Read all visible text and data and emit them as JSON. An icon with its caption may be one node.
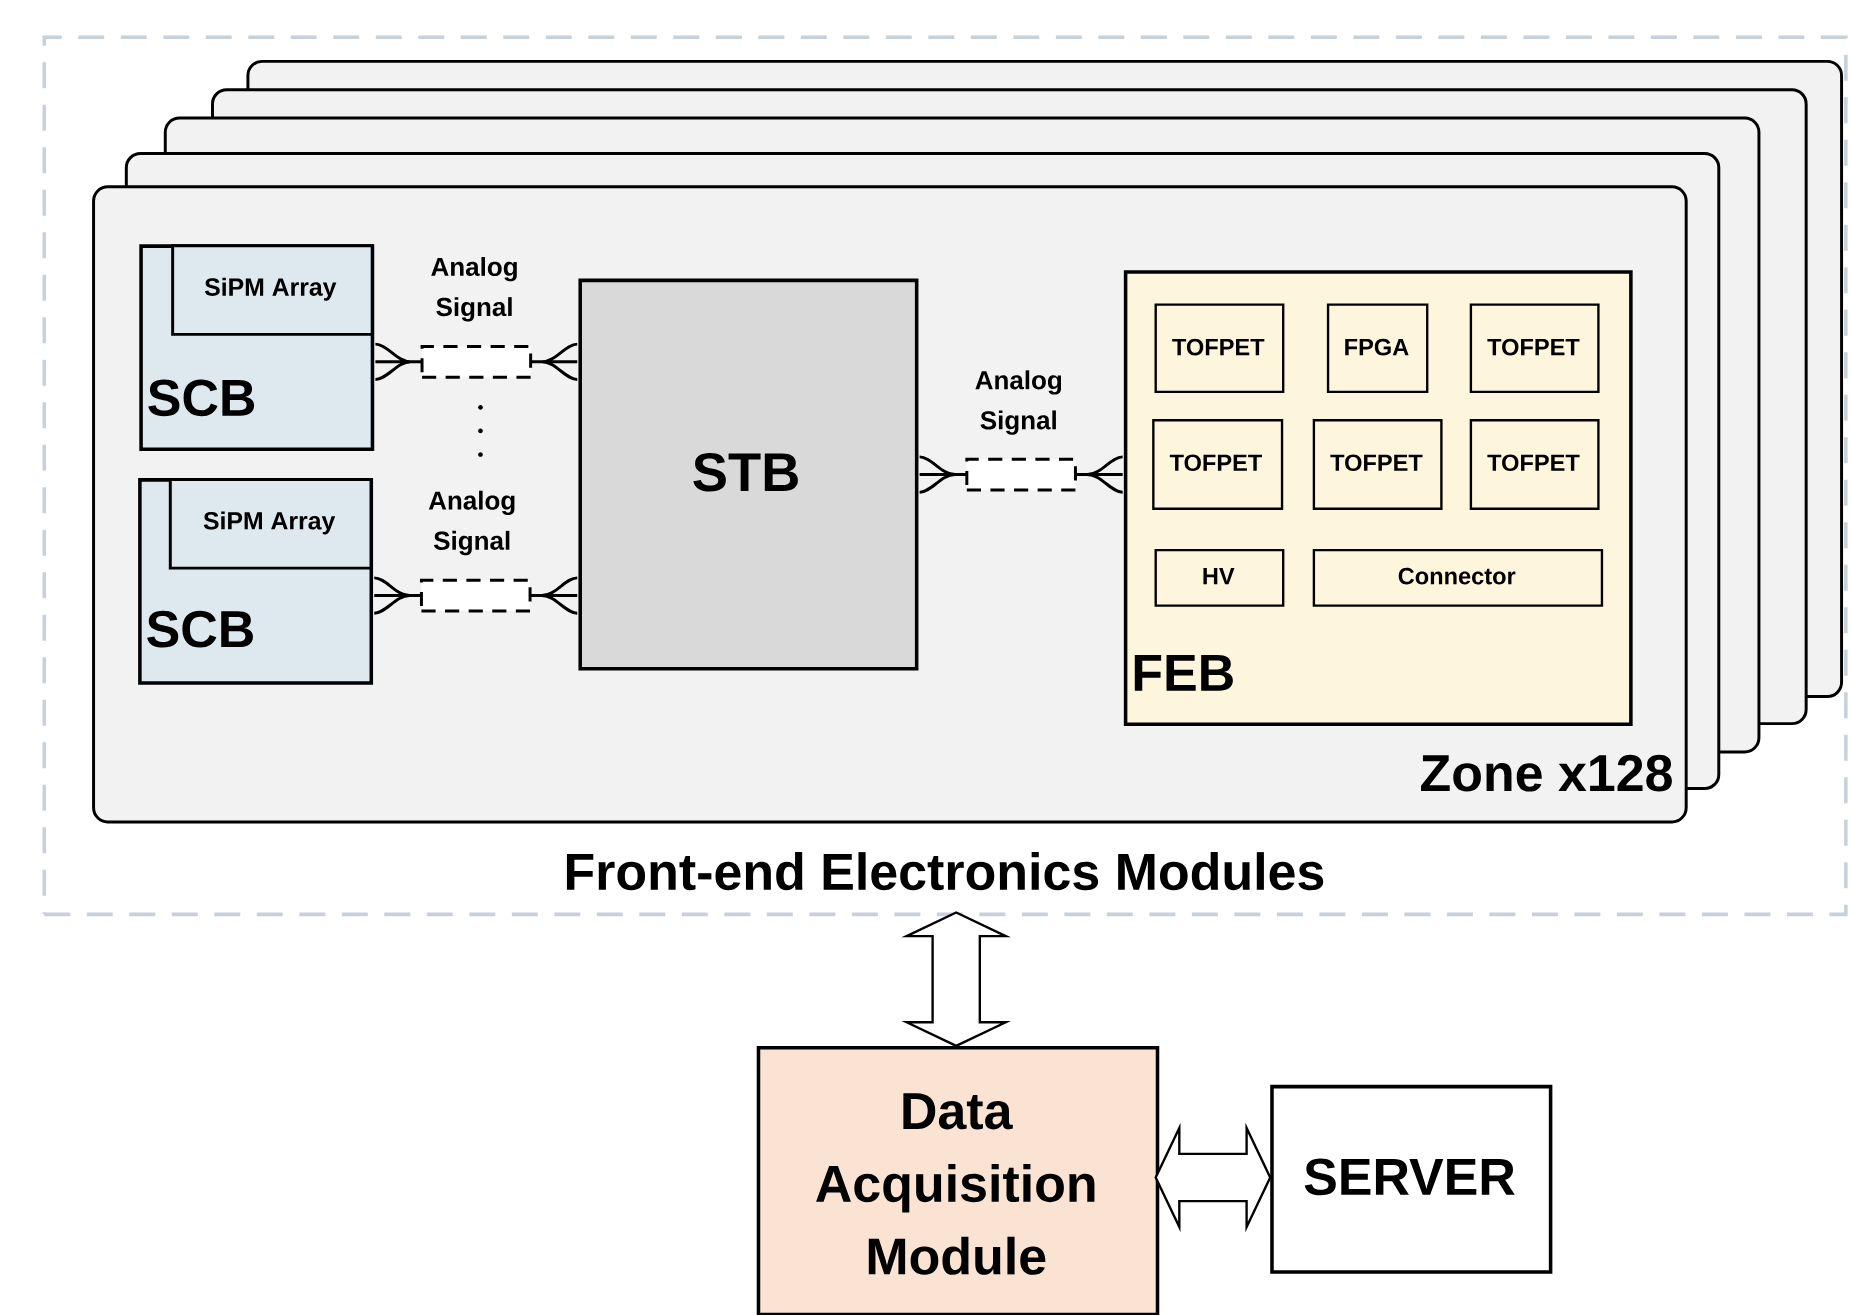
{
  "diagram": {
    "nodes": [
      {
        "text": [
          "Front-end Electronics Modules"
        ]
      },
      {
        "text": [
          "Zone x128"
        ],
        "in": 0
      },
      {
        "text": [
          "SCB"
        ],
        "in": 1
      },
      {
        "text": [
          "SiPM Array"
        ],
        "in": 2
      },
      {
        "text": [
          "SCB"
        ],
        "in": 1
      },
      {
        "text": [
          "SiPM Array"
        ],
        "in": 4
      },
      {
        "text": [
          "STB"
        ],
        "in": 1
      },
      {
        "text": [
          "FEB"
        ],
        "in": 1
      },
      {
        "text": [
          "TOFPET"
        ],
        "in": 7
      },
      {
        "text": [
          "FPGA"
        ],
        "in": 7
      },
      {
        "text": [
          "TOFPET"
        ],
        "in": 7
      },
      {
        "text": [
          "TOFPET"
        ],
        "in": 7
      },
      {
        "text": [
          "TOFPET"
        ],
        "in": 7
      },
      {
        "text": [
          "TOFPET"
        ],
        "in": 7
      },
      {
        "text": [
          "HV"
        ],
        "in": 7
      },
      {
        "text": [
          "Connector"
        ],
        "in": 7
      },
      {
        "text": [
          "Data Acquisition Module"
        ]
      },
      {
        "text": [
          "SERVER"
        ]
      }
    ],
    "edges": [
      {
        "from": 2,
        "to": 6,
        "arrow": "none",
        "label": "Analog Signal"
      },
      {
        "from": 4,
        "to": 6,
        "arrow": "none",
        "label": "Analog Signal"
      },
      {
        "from": 6,
        "to": 7,
        "arrow": "none",
        "label": "Analog Signal"
      },
      {
        "from": 0,
        "to": 16,
        "arrow": "both",
        "style": "thick"
      },
      {
        "from": 16,
        "to": 17,
        "arrow": "both",
        "style": "thick"
      }
    ]
  }
}
